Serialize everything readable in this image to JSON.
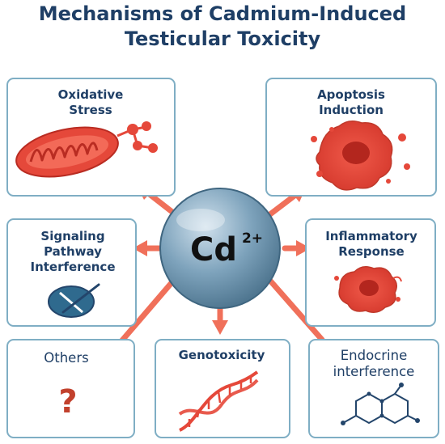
{
  "title_line1": "Mechanisms of Cadmium-Induced",
  "title_line2": "Testicular Toxicity",
  "center": {
    "symbol": "Cd",
    "superscript": "2+"
  },
  "boxes": {
    "oxidative_stress": {
      "line1": "Oxidative",
      "line2": "Stress",
      "icon": "mitochondrion-icon"
    },
    "apoptosis": {
      "line1": "Apoptosis",
      "line2": "Induction",
      "icon": "apoptotic-cell-icon"
    },
    "signaling": {
      "line1": "Signaling",
      "line2": "Pathway",
      "line3": "Interference",
      "icon": "blocked-receptor-icon"
    },
    "inflammatory": {
      "line1": "Inflammatory",
      "line2": "Response",
      "icon": "inflamed-cell-icon"
    },
    "others": {
      "line1": "Others",
      "mark": "?"
    },
    "genotoxicity": {
      "line1": "Genotoxicity",
      "icon": "dna-helix-icon"
    },
    "endocrine": {
      "line1": "Endocrine",
      "line2": "interference",
      "icon": "hormone-molecule-icon"
    }
  },
  "colors": {
    "title": "#1f3f66",
    "box_border": "#7faec4",
    "arrow": "#f0705a",
    "sphere": "#7ea3bc",
    "icon_red": "#e5483a",
    "icon_navy": "#23456b"
  }
}
